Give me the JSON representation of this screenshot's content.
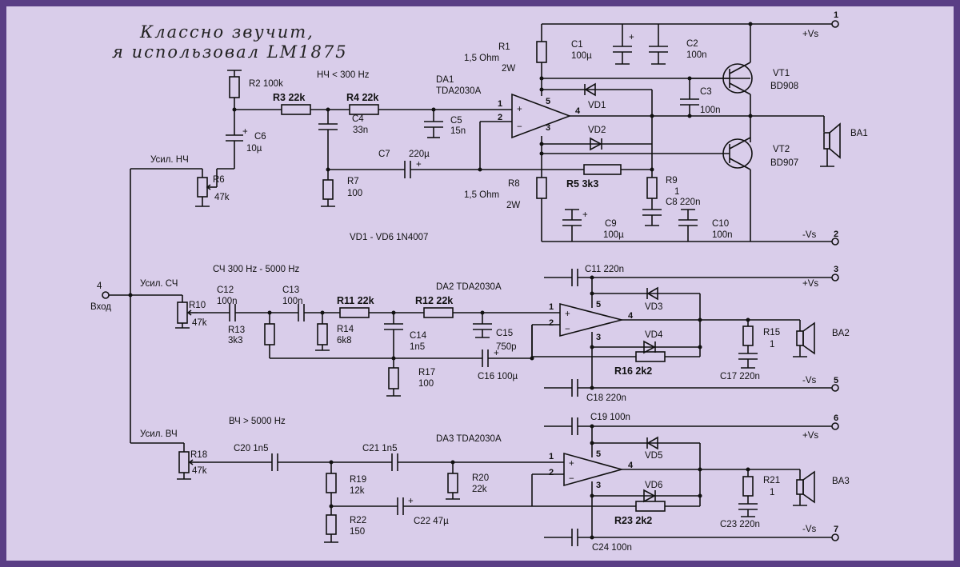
{
  "title": {
    "line1": "Классно звучит,",
    "line2": "я использовал LM1875"
  },
  "bands": {
    "low": "НЧ < 300 Hz",
    "mid": "СЧ 300 Hz - 5000 Hz",
    "high": "ВЧ > 5000 Hz"
  },
  "diodes_note": "VD1 - VD6 1N4007",
  "input": {
    "num": "4",
    "label": "Вход"
  },
  "power": {
    "vs_pos": "+Vs",
    "vs_neg": "-Vs",
    "n1": "1",
    "n2": "2",
    "n3": "3",
    "n5": "5",
    "n6": "6",
    "n7": "7"
  },
  "low": {
    "gain_label": "Усил. НЧ",
    "R6": "R6",
    "R6v": "47k",
    "R2": "R2 100k",
    "R3": "R3 22k",
    "R4": "R4 22k",
    "C4": "C4",
    "C4v": "33n",
    "C5": "C5",
    "C5v": "15n",
    "C6": "C6",
    "C6v": "10µ",
    "R7": "R7",
    "R7v": "100",
    "C7": "C7",
    "C7v": "220µ",
    "DA1": "DA1",
    "DA1v": "TDA2030A",
    "R1": "R1",
    "R1v1": "1,5 Ohm",
    "R1v2": "2W",
    "C1": "C1",
    "C1v": "100µ",
    "C2": "C2",
    "C2v": "100n",
    "C3": "C3",
    "C3v": "100n",
    "VD1": "VD1",
    "VD2": "VD2",
    "VT1": "VT1",
    "VT1v": "BD908",
    "VT2": "VT2",
    "VT2v": "BD907",
    "BA1": "BA1",
    "R8": "R8",
    "R8v1": "1,5 Ohm",
    "R8v2": "2W",
    "R5": "R5 3k3",
    "R9": "R9",
    "R9v": "1",
    "C8": "C8 220n",
    "C9": "C9",
    "C9v": "100µ",
    "C10": "C10",
    "C10v": "100n"
  },
  "mid": {
    "gain_label": "Усил. СЧ",
    "R10": "R10",
    "R10v": "47k",
    "C12": "C12",
    "C12v": "100n",
    "C13": "C13",
    "C13v": "100n",
    "R11": "R11 22k",
    "R12": "R12 22k",
    "R13": "R13",
    "R13v": "3k3",
    "R14": "R14",
    "R14v": "6k8",
    "C14": "C14",
    "C14v": "1n5",
    "C15": "C15",
    "C15v": "750p",
    "C16": "C16 100µ",
    "R17": "R17",
    "R17v": "100",
    "DA2": "DA2 TDA2030A",
    "C11": "C11 220n",
    "C18": "C18 220n",
    "VD3": "VD3",
    "VD4": "VD4",
    "R16": "R16 2k2",
    "R15": "R15",
    "R15v": "1",
    "C17": "C17 220n",
    "BA2": "BA2"
  },
  "high": {
    "gain_label": "Усил. ВЧ",
    "R18": "R18",
    "R18v": "47k",
    "C20": "C20 1n5",
    "C21": "C21 1n5",
    "R19": "R19",
    "R19v": "12k",
    "R20": "R20",
    "R20v": "22k",
    "R22": "R22",
    "R22v": "150",
    "C22": "C22 47µ",
    "DA3": "DA3 TDA2030A",
    "C19": "C19 100n",
    "C24": "C24 100n",
    "VD5": "VD5",
    "VD6": "VD6",
    "R23": "R23 2k2",
    "R21": "R21",
    "R21v": "1",
    "C23": "C23 220n",
    "BA3": "BA3"
  },
  "opamp_pins": {
    "p1": "1",
    "p2": "2",
    "p3": "3",
    "p4": "4",
    "p5": "5"
  },
  "opamp_signs": {
    "plus": "+",
    "minus": "−"
  },
  "cap_plus": "+",
  "colors": {
    "background": "#d9cdea",
    "frame": "#5a3e85",
    "ink": "#111111"
  }
}
